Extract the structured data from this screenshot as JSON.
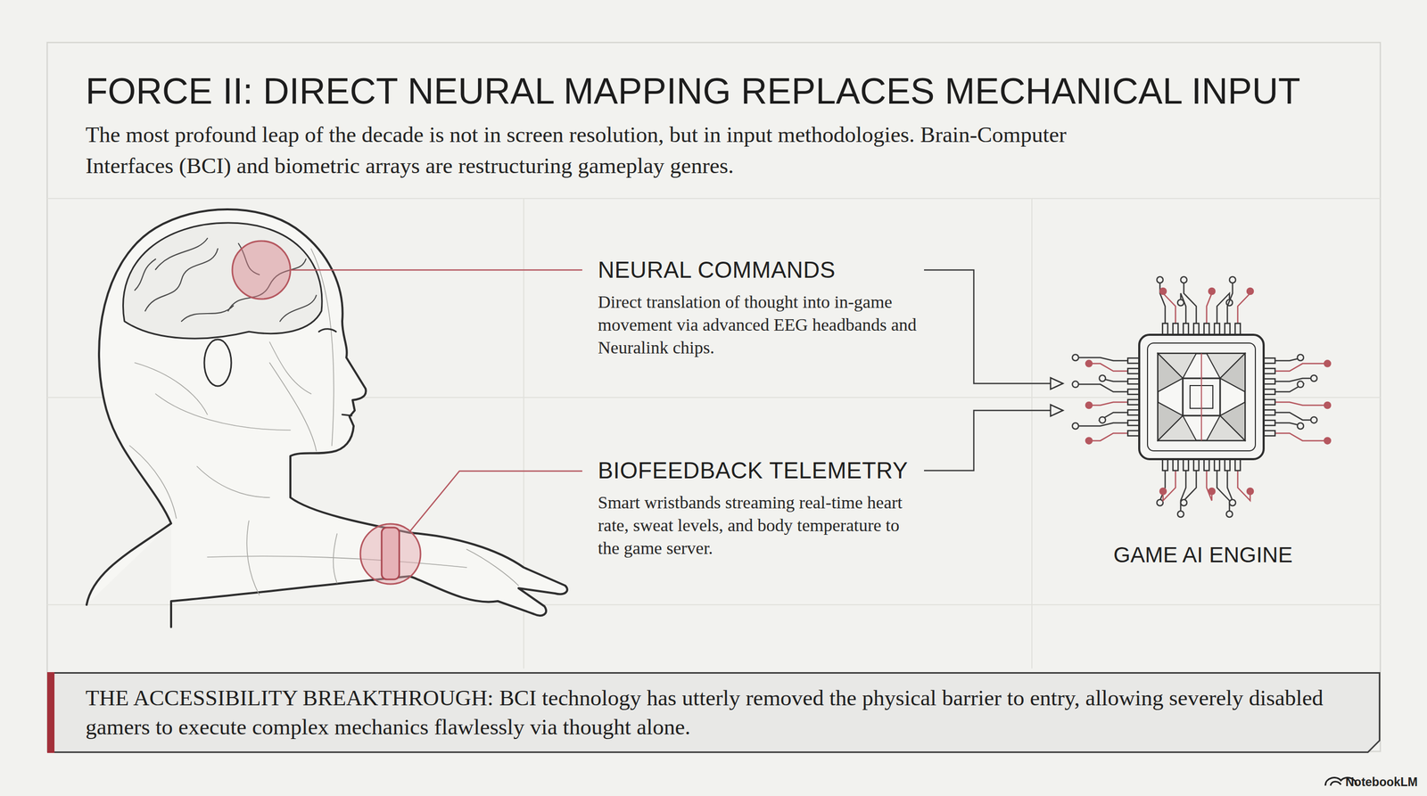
{
  "diagram": {
    "title": "FORCE II: DIRECT NEURAL MAPPING REPLACES MECHANICAL INPUT",
    "nodes": [
      {
        "text": [
          "NEURAL COMMANDS",
          "Direct translation of thought into in-game movement via advanced EEG headbands and Neuralink chips."
        ]
      },
      {
        "text": [
          "BIOFEEDBACK TELEMETRY",
          "Smart wristbands streaming real-time heart rate, sweat levels, and body temperature to the game server."
        ]
      },
      {
        "text": [
          "GAME AI ENGINE"
        ]
      },
      {
        "text": [
          "THE ACCESSIBILITY BREAKTHROUGH:",
          "BCI technology has utterly removed the physical barrier to entry, allowing severely disabled gamers to execute complex mechanics flawlessly via thought alone."
        ]
      }
    ],
    "edges": [
      {
        "from": 0,
        "to": 2,
        "arrow": "to"
      },
      {
        "from": 1,
        "to": 2,
        "arrow": "to"
      }
    ],
    "labels": [
      "The most profound leap of the decade is not in screen resolution, but in input methodologies. Brain-Computer Interfaces (BCI) and biometric arrays are restructuring gameplay genres.",
      "NotebookLM"
    ]
  }
}
